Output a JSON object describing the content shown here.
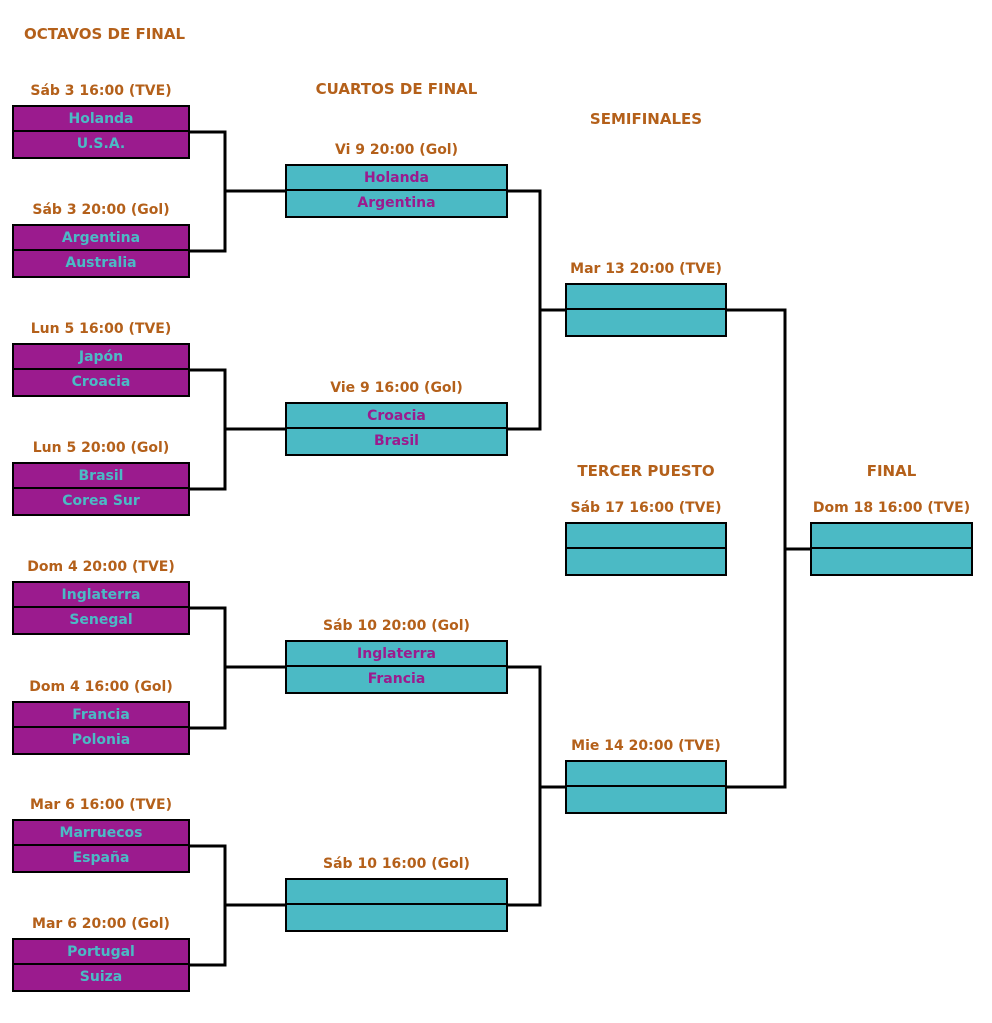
{
  "colors": {
    "header_text": "#B4601A",
    "round_of_16_fill": "#9B1B8E",
    "round_of_16_text": "#4BBAC5",
    "later_rounds_fill": "#4BBAC5",
    "later_rounds_text": "#9B1B8E",
    "box_border": "#000000",
    "connector_line": "#000000"
  },
  "rounds": {
    "octavos": {
      "title": "OCTAVOS DE FINAL",
      "matches": [
        {
          "schedule": "Sáb 3 16:00 (TVE)",
          "top": "Holanda",
          "bottom": "U.S.A."
        },
        {
          "schedule": "Sáb 3 20:00 (Gol)",
          "top": "Argentina",
          "bottom": "Australia"
        },
        {
          "schedule": "Lun 5 16:00 (TVE)",
          "top": "Japón",
          "bottom": "Croacia"
        },
        {
          "schedule": "Lun 5 20:00 (Gol)",
          "top": "Brasil",
          "bottom": "Corea Sur"
        },
        {
          "schedule": "Dom 4 20:00 (TVE)",
          "top": "Inglaterra",
          "bottom": "Senegal"
        },
        {
          "schedule": "Dom 4 16:00 (Gol)",
          "top": "Francia",
          "bottom": "Polonia"
        },
        {
          "schedule": "Mar 6 16:00 (TVE)",
          "top": "Marruecos",
          "bottom": "España"
        },
        {
          "schedule": "Mar 6 20:00 (Gol)",
          "top": "Portugal",
          "bottom": "Suiza"
        }
      ]
    },
    "cuartos": {
      "title": "CUARTOS DE FINAL",
      "matches": [
        {
          "schedule": "Vi 9 20:00 (Gol)",
          "top": "Holanda",
          "bottom": "Argentina"
        },
        {
          "schedule": "Vie 9 16:00 (Gol)",
          "top": "Croacia",
          "bottom": "Brasil"
        },
        {
          "schedule": "Sáb 10 20:00 (Gol)",
          "top": "Inglaterra",
          "bottom": "Francia"
        },
        {
          "schedule": "Sáb 10 16:00 (Gol)",
          "top": "",
          "bottom": ""
        }
      ]
    },
    "semifinales": {
      "title": "SEMIFINALES",
      "matches": [
        {
          "schedule": "Mar 13 20:00 (TVE)",
          "top": "",
          "bottom": ""
        },
        {
          "schedule": "Mie 14 20:00 (TVE)",
          "top": "",
          "bottom": ""
        }
      ]
    },
    "tercer_puesto": {
      "title": "TERCER PUESTO",
      "matches": [
        {
          "schedule": "Sáb 17 16:00 (TVE)",
          "top": "",
          "bottom": ""
        }
      ]
    },
    "final": {
      "title": "FINAL",
      "matches": [
        {
          "schedule": "Dom 18 16:00 (TVE)",
          "top": "",
          "bottom": ""
        }
      ]
    }
  }
}
